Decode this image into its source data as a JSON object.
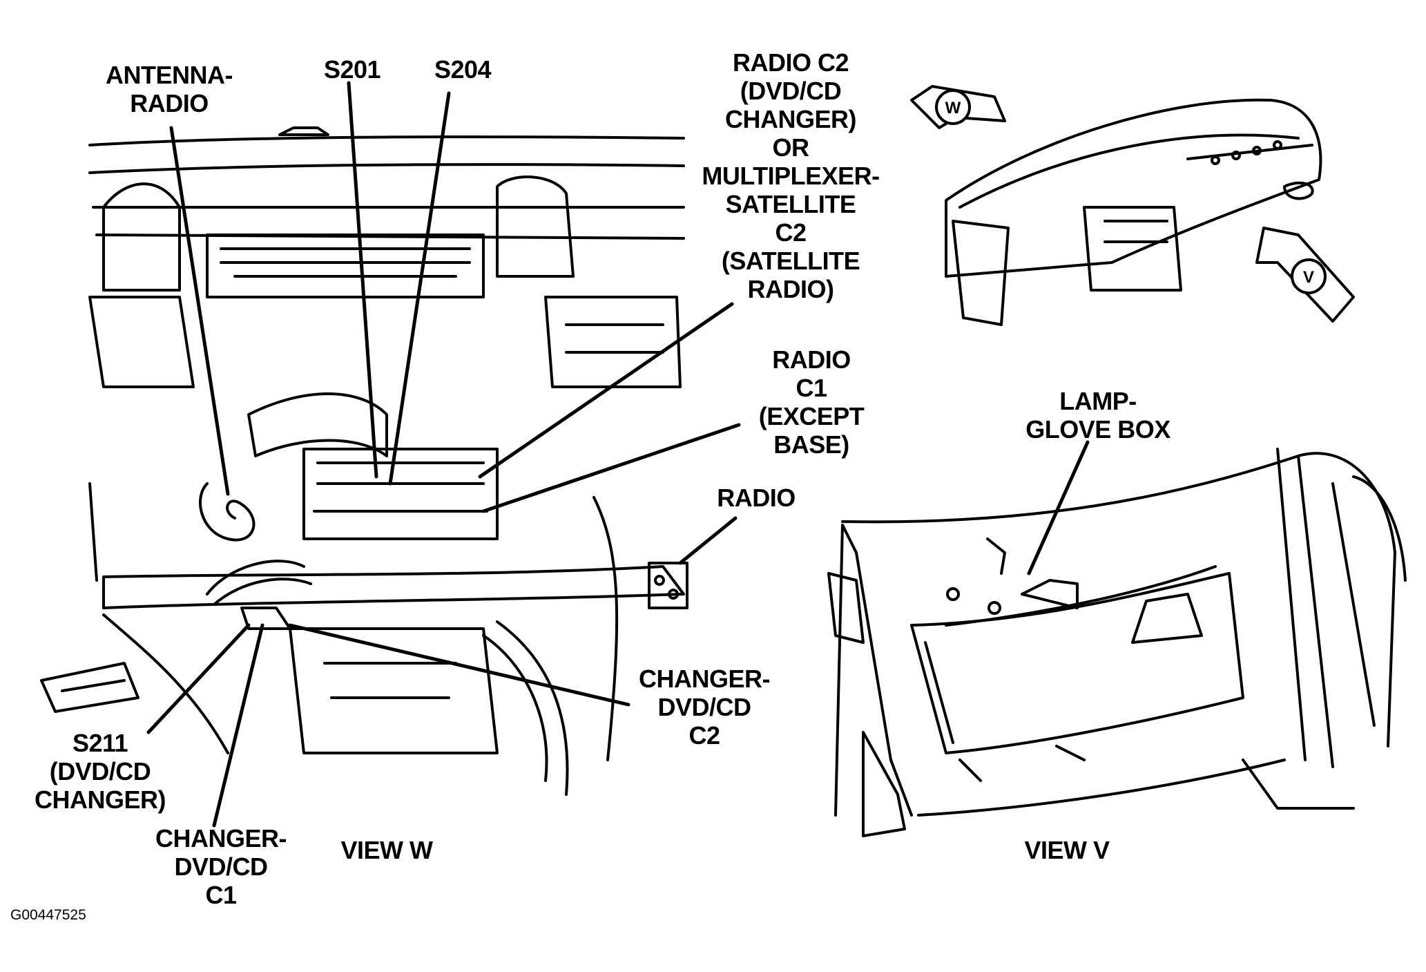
{
  "labels": {
    "antenna_radio": [
      "ANTENNA-",
      "RADIO"
    ],
    "s201": [
      "S201"
    ],
    "s204": [
      "S204"
    ],
    "radio_c2": [
      "RADIO C2",
      "(DVD/CD",
      "CHANGER)",
      "OR",
      "MULTIPLEXER-",
      "SATELLITE",
      "C2",
      "(SATELLITE",
      "RADIO)"
    ],
    "radio_c1": [
      "RADIO",
      "C1",
      "(EXCEPT",
      "BASE)"
    ],
    "radio": [
      "RADIO"
    ],
    "changer_c2": [
      "CHANGER-",
      "DVD/CD",
      "C2"
    ],
    "s211": [
      "S211",
      "(DVD/CD",
      "CHANGER)"
    ],
    "changer_c1": [
      "CHANGER-",
      "DVD/CD",
      "C1"
    ],
    "view_w": [
      "VIEW W"
    ],
    "lamp_glove_box": [
      "LAMP-",
      "GLOVE BOX"
    ],
    "view_v": [
      "VIEW V"
    ]
  },
  "callouts": {
    "view_w_marker": "W",
    "view_v_marker": "V"
  },
  "figure_code": "G00447525"
}
